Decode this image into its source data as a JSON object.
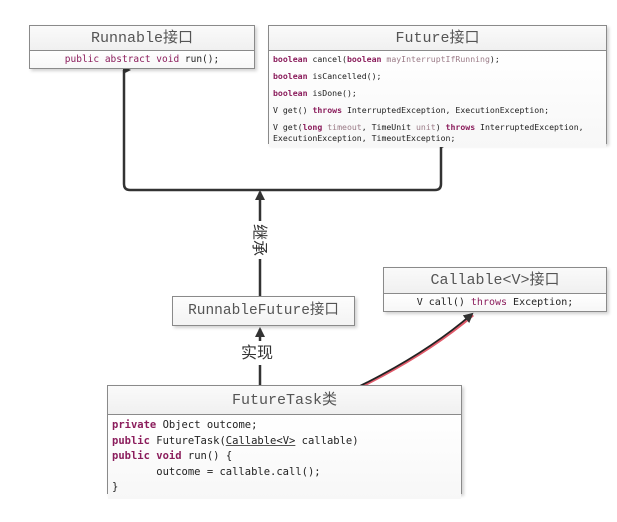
{
  "runnable": {
    "title": "Runnable接口",
    "method": {
      "kw": "public abstract void",
      "rest": " run();"
    }
  },
  "future": {
    "title": "Future接口",
    "methods": [
      "boolean cancel(boolean mayInterruptIfRunning);",
      "boolean isCancelled();",
      "boolean isDone();",
      "V get() throws InterruptedException, ExecutionException;",
      "V get(long timeout, TimeUnit unit) throws  InterruptedException, ExecutionException, TimeoutException;"
    ],
    "parts": {
      "m0_kw1": "boolean",
      "m0_a": " cancel(",
      "m0_kw2": "boolean",
      "m0_param": " mayInterruptIfRunning",
      "m0_b": ");",
      "m1_kw": "boolean",
      "m1_rest": " isCancelled();",
      "m2_kw": "boolean",
      "m2_rest": " isDone();",
      "m3_a": "V get() ",
      "m3_kw": "throws",
      "m3_b": " InterruptedException, ExecutionException;",
      "m4_a": "V get(",
      "m4_kw1": "long",
      "m4_p1": " timeout",
      "m4_b": ", TimeUnit ",
      "m4_p2": "unit",
      "m4_c": ") ",
      "m4_kw2": "throws",
      "m4_d": "  InterruptedException, ExecutionException, TimeoutException;"
    }
  },
  "callable": {
    "title": "Callable<V>接口",
    "method": {
      "a": "V call() ",
      "kw": "throws",
      "b": " Exception;"
    }
  },
  "runnable_future": {
    "title": "RunnableFuture接口"
  },
  "future_task": {
    "title": "FutureTask类",
    "lines": {
      "l0_kw": "private",
      "l0_rest": " Object outcome;",
      "l1_kw": "public",
      "l1_a": " FutureTask(",
      "l1_ul": "Callable<V>",
      "l1_b": " callable)",
      "l2_kw1": "public",
      "l2_kw2": "void",
      "l2_rest": " run() {",
      "l3": "       outcome = callable.call();",
      "l4": "}"
    }
  },
  "labels": {
    "inherit": "继承",
    "implement": "实现"
  },
  "colors": {
    "keyword": "#8b1d5c",
    "arrow": "#333333",
    "dependency_highlight": "#e05a6a"
  }
}
